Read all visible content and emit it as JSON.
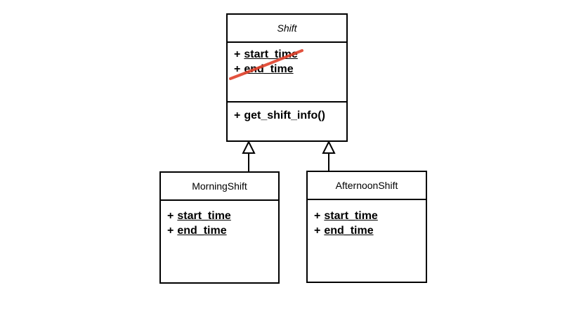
{
  "diagram": {
    "classes": {
      "shift": {
        "name": "Shift",
        "abstract": true,
        "attributes": [
          {
            "visibility": "+",
            "name": "start_time",
            "static": true,
            "crossed_out": true
          },
          {
            "visibility": "+",
            "name": "end_time",
            "static": true,
            "crossed_out": true
          }
        ],
        "methods": [
          {
            "visibility": "+",
            "name": "get_shift_info()"
          }
        ]
      },
      "morning": {
        "name": "MorningShift",
        "attributes": [
          {
            "visibility": "+",
            "name": "start_time",
            "static": true
          },
          {
            "visibility": "+",
            "name": "end_time",
            "static": true
          }
        ]
      },
      "afternoon": {
        "name": "AfternoonShift",
        "attributes": [
          {
            "visibility": "+",
            "name": "start_time",
            "static": true
          },
          {
            "visibility": "+",
            "name": "end_time",
            "static": true
          }
        ]
      }
    },
    "relations": [
      {
        "type": "inheritance",
        "from": "MorningShift",
        "to": "Shift"
      },
      {
        "type": "inheritance",
        "from": "AfternoonShift",
        "to": "Shift"
      }
    ],
    "strike_color": "#e0402a"
  }
}
